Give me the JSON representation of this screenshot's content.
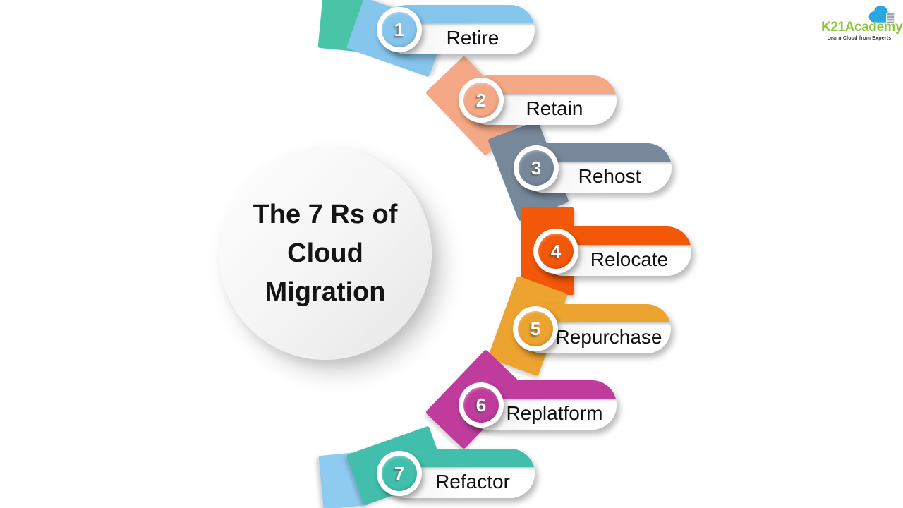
{
  "title": {
    "lines": [
      "The 7 Rs of",
      "Cloud",
      "Migration"
    ]
  },
  "items": [
    {
      "number": "1",
      "label": "Retire",
      "color": "#86C5EC"
    },
    {
      "number": "2",
      "label": "Retain",
      "color": "#F4A885"
    },
    {
      "number": "3",
      "label": "Rehost",
      "color": "#77889B"
    },
    {
      "number": "4",
      "label": "Relocate",
      "color": "#F35708"
    },
    {
      "number": "5",
      "label": "Repurchase",
      "color": "#ECA32F"
    },
    {
      "number": "6",
      "label": "Replatform",
      "color": "#BF3C9D"
    },
    {
      "number": "7",
      "label": "Refactor",
      "color": "#42BFAC"
    }
  ],
  "ring_decor": {
    "top_color": "#49C4A7",
    "bottom_color": "#8FCBF1"
  },
  "logo": {
    "name": "K21Academy",
    "tagline": "Learn Cloud from Experts",
    "text_color": "#8CC63F",
    "cloud_color": "#2AA7E0",
    "db_color": "#9FA6AD"
  },
  "background": "#FFFFFF"
}
